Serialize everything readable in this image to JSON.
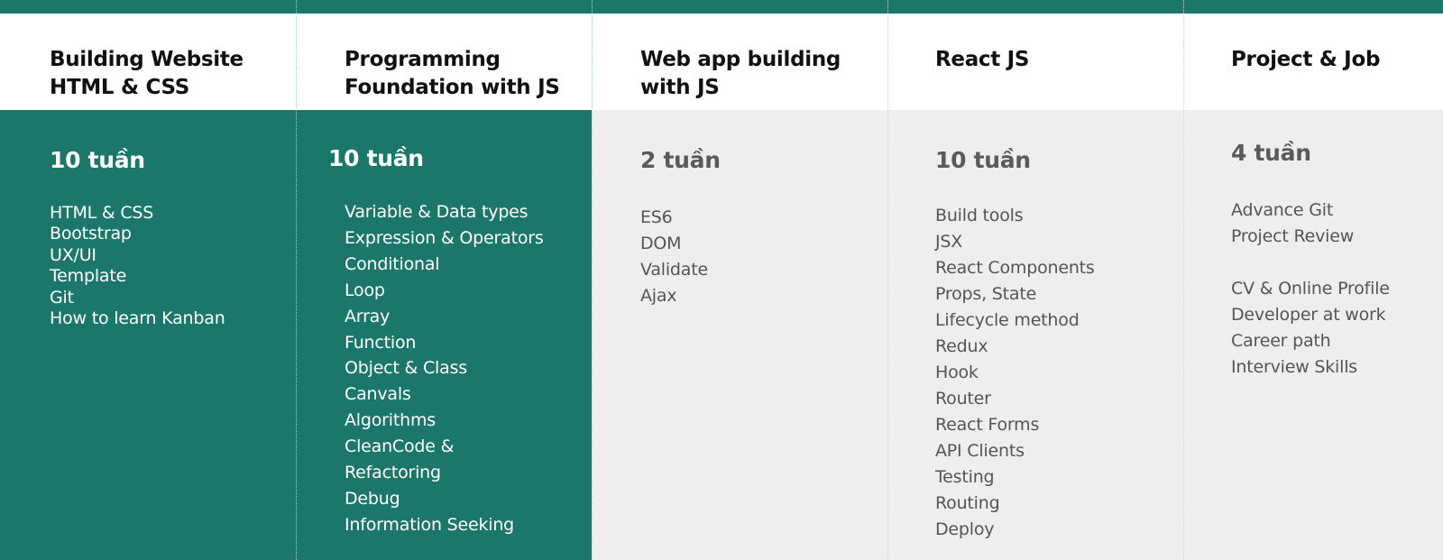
{
  "colors": {
    "accent": "#1c776b",
    "inactive_bg": "#eeeeee",
    "header_text": "#111111",
    "inactive_text": "#555555"
  },
  "columns": [
    {
      "title_lines": [
        "Building Website",
        "HTML & CSS"
      ],
      "duration": "10 tuần",
      "topics": [
        "HTML & CSS",
        "Bootstrap",
        "UX/UI",
        "Template",
        "Git",
        "How to learn Kanban"
      ]
    },
    {
      "title_lines": [
        "Programming",
        "Foundation with JS"
      ],
      "duration": "10 tuần",
      "topics": [
        "Variable & Data types",
        "Expression & Operators",
        "Conditional",
        "Loop",
        "Array",
        "Function",
        "Object & Class",
        "Canvals",
        "Algorithms",
        "CleanCode &",
        "Refactoring",
        "Debug",
        "Information Seeking"
      ]
    },
    {
      "title_lines": [
        "Web app building",
        "with JS"
      ],
      "duration": "2 tuần",
      "topics": [
        "ES6",
        "DOM",
        "Validate",
        "Ajax"
      ]
    },
    {
      "title_lines": [
        "React JS"
      ],
      "duration": "10 tuần",
      "topics": [
        "Build tools",
        "JSX",
        "React Components",
        "Props, State",
        "Lifecycle method",
        "Redux",
        "Hook",
        "Router",
        "React Forms",
        "API Clients",
        "Testing",
        "Routing",
        "Deploy"
      ]
    },
    {
      "title_lines": [
        "Project & Job"
      ],
      "duration": "4 tuần",
      "topics": [
        "Advance Git",
        "Project Review",
        "CV & Online Profile",
        "Developer at work",
        "Career path",
        "Interview Skills"
      ]
    }
  ]
}
